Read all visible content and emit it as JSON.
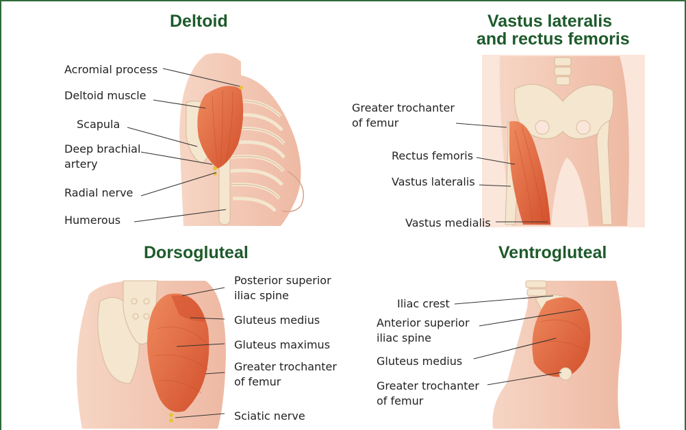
{
  "panels": {
    "deltoid": {
      "title": "Deltoid",
      "labels": {
        "acromial": "Acromial process",
        "deltoid_muscle": "Deltoid muscle",
        "scapula": "Scapula",
        "brachial_1": "Deep brachial",
        "brachial_2": "artery",
        "radial": "Radial nerve",
        "humerous": "Humerous"
      }
    },
    "vastus": {
      "title_1": "Vastus lateralis",
      "title_2": "and rectus femoris",
      "labels": {
        "trochanter_1": "Greater trochanter",
        "trochanter_2": "of femur",
        "rectus": "Rectus femoris",
        "lateralis": "Vastus lateralis",
        "medialis": "Vastus medialis"
      }
    },
    "dorsogluteal": {
      "title": "Dorsogluteal",
      "labels": {
        "psis_1": "Posterior superior",
        "psis_2": "iliac spine",
        "medius": "Gluteus medius",
        "maximus": "Gluteus maximus",
        "trochanter_1": "Greater trochanter",
        "trochanter_2": "of femur",
        "sciatic": "Sciatic nerve"
      }
    },
    "ventrogluteal": {
      "title": "Ventrogluteal",
      "labels": {
        "iliac_crest": "Iliac crest",
        "asis_1": "Anterior superior",
        "asis_2": "iliac spine",
        "medius": "Gluteus medius",
        "trochanter_1": "Greater trochanter",
        "trochanter_2": "of femur"
      }
    }
  },
  "colors": {
    "title_green": "#1d5a2b",
    "skin": "#f3c9b6",
    "muscle": "#e2623a",
    "bone": "#f4e6cf",
    "frame": "#2e6b3a"
  }
}
